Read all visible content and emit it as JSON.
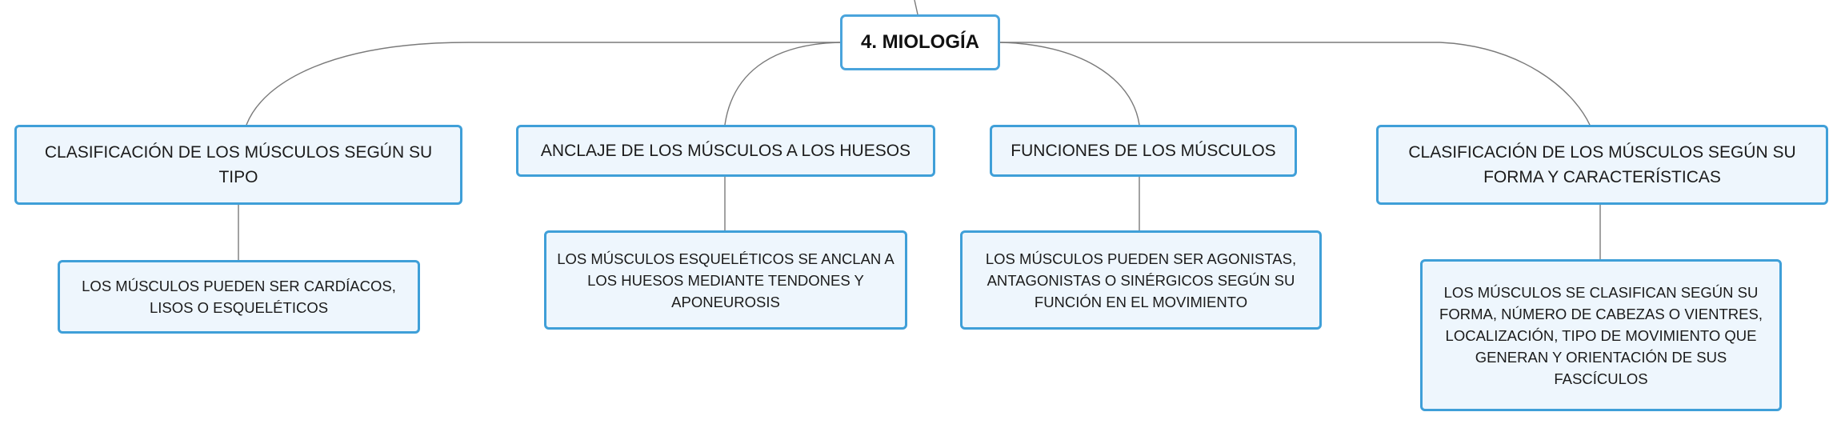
{
  "map": {
    "root": "4. MIOLOGÍA",
    "topics": [
      {
        "title": "CLASIFICACIÓN DE LOS MÚSCULOS SEGÚN SU TIPO",
        "detail": "LOS MÚSCULOS PUEDEN SER CARDÍACOS, LISOS O ESQUELÉTICOS"
      },
      {
        "title": "ANCLAJE DE LOS MÚSCULOS A LOS HUESOS",
        "detail": "LOS MÚSCULOS ESQUELÉTICOS SE ANCLAN A LOS HUESOS MEDIANTE TENDONES Y APONEUROSIS"
      },
      {
        "title": "FUNCIONES DE LOS MÚSCULOS",
        "detail": "LOS MÚSCULOS PUEDEN SER AGONISTAS, ANTAGONISTAS O SINÉRGICOS SEGÚN SU FUNCIÓN EN EL MOVIMIENTO"
      },
      {
        "title": "CLASIFICACIÓN DE LOS MÚSCULOS SEGÚN SU FORMA Y CARACTERÍSTICAS",
        "detail": "LOS MÚSCULOS SE CLASIFICAN SEGÚN SU FORMA, NÚMERO DE CABEZAS O VIENTRES, LOCALIZACIÓN, TIPO DE MOVIMIENTO QUE GENERAN Y ORIENTACIÓN DE SUS FASCÍCULOS"
      }
    ]
  },
  "colors": {
    "node_border": "#3f9fd8",
    "node_fill": "#eef6fd",
    "root_fill": "#ffffff",
    "connector": "#7a7a7a",
    "text": "#1b1b1b"
  }
}
